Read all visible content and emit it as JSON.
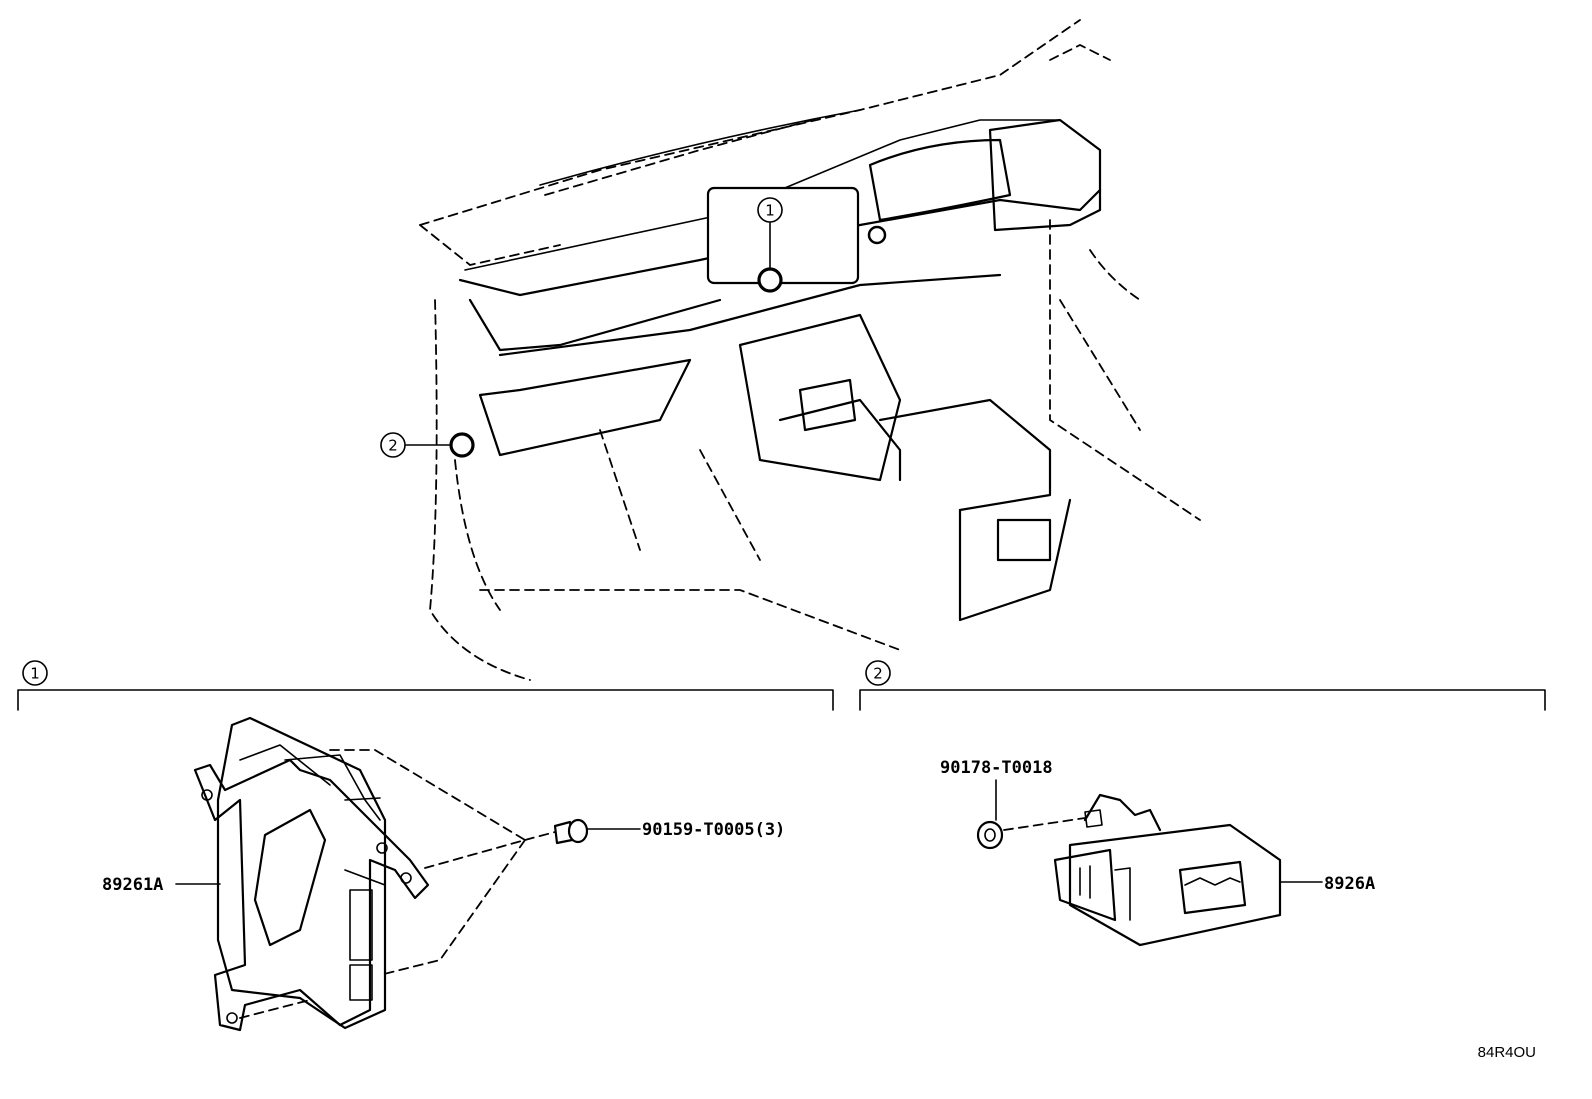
{
  "callouts": {
    "c1": "1",
    "c2": "2"
  },
  "sections": {
    "left_number": "1",
    "right_number": "2"
  },
  "parts": {
    "p_89261A": "89261A",
    "p_90159": "90159-T0005(3)",
    "p_90178": "90178-T0018",
    "p_8926A": "8926A"
  },
  "illustration_code": "84R4OU"
}
